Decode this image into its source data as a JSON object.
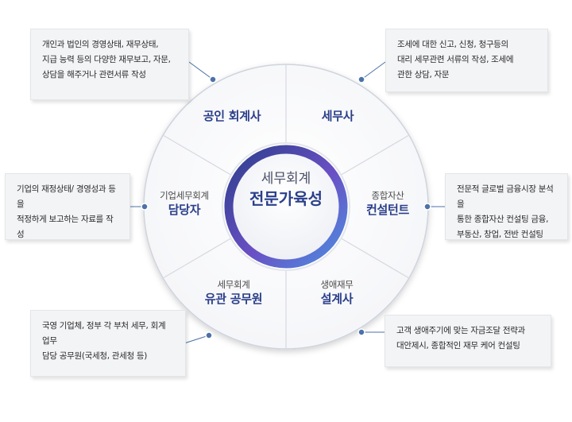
{
  "center": {
    "line1": "세무회계",
    "line2": "전문가육성"
  },
  "segments": [
    {
      "sub": "",
      "main": "공인 회계사"
    },
    {
      "sub": "",
      "main": "세무사"
    },
    {
      "sub": "종합자산",
      "main": "컨설턴트"
    },
    {
      "sub": "생애재무",
      "main": "설계사"
    },
    {
      "sub": "세무회계",
      "main": "유관 공무원"
    },
    {
      "sub": "기업세무회계",
      "main": "담당자"
    }
  ],
  "descriptions": [
    "개인과 법인의 경영상태, 재무상태,\n지급 능력 등의 다양한 재무보고, 자문,\n상담을 해주거나 관련서류 작성",
    "조세에 대한 신고, 신청, 청구등의\n대리 세무관련 서류의 작성, 조세에\n관한 상담, 자문",
    "전문적 글로벌 금융시장 분석을\n통한 종합자산 컨설팅 금융,\n부동산, 창업, 전반 컨설팅",
    "고객 생애주기에 맞는 자금조달 전략과\n대안제시, 종합적인 재무 케어 컨설팅",
    "국영 기업체, 정부 각 부처 세무, 회계 업무\n담당 공무원(국세청, 관세청 등)",
    "기업의 재정상태/ 경영성과 등을\n적정하게 보고하는 자료를 작성"
  ],
  "colors": {
    "accent": "#2b3f8a",
    "ring_gradient": [
      "#2c3f8c",
      "#6a4fc4",
      "#4d8fe0"
    ],
    "connector": "#4c72a8"
  }
}
